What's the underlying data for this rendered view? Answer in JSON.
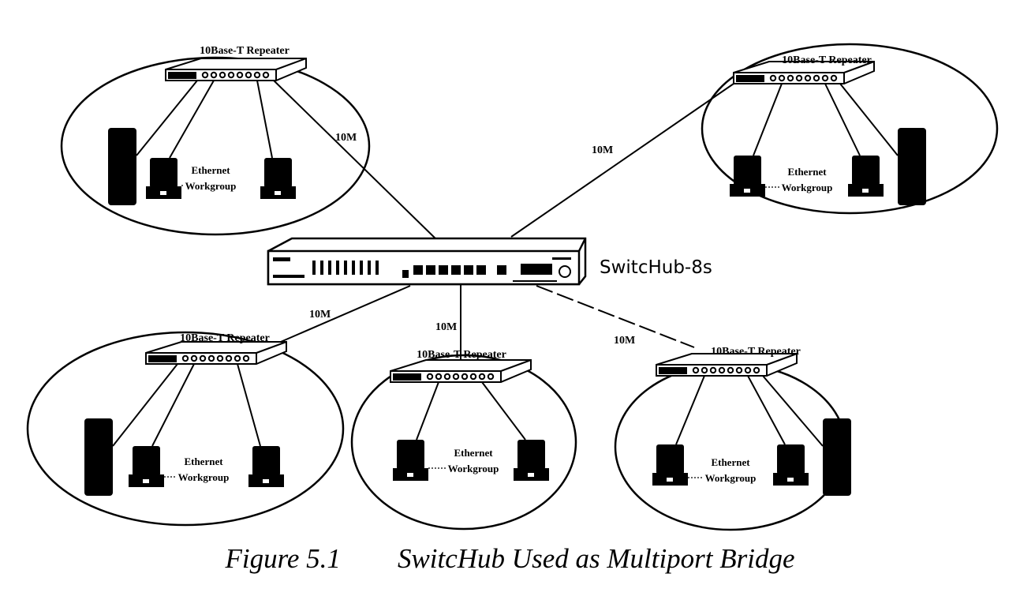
{
  "figure": {
    "number": "Figure 5.1",
    "title": "SwitcHub Used as Multiport Bridge"
  },
  "switch": {
    "label": "SwitcHub-8s",
    "icon": "network-switch-icon"
  },
  "link_speed_label": "10M",
  "workgroups": [
    {
      "id": "top-left",
      "repeater_label": "10Base-T Repeater",
      "group_label_1": "Ethernet",
      "group_label_2": "Workgroup",
      "link_label": "10M",
      "has_server": true
    },
    {
      "id": "top-right",
      "repeater_label": "10Base-T Repeater",
      "group_label_1": "Ethernet",
      "group_label_2": "Workgroup",
      "link_label": "10M",
      "has_server": true
    },
    {
      "id": "bottom-left",
      "repeater_label": "10Base-T Repeater",
      "group_label_1": "Ethernet",
      "group_label_2": "Workgroup",
      "link_label": "10M",
      "has_server": true
    },
    {
      "id": "bottom-center",
      "repeater_label": "10Base-T Repeater",
      "group_label_1": "Ethernet",
      "group_label_2": "Workgroup",
      "link_label": "10M",
      "has_server": false
    },
    {
      "id": "bottom-right",
      "repeater_label": "10Base-T Repeater",
      "group_label_1": "Ethernet",
      "group_label_2": "Workgroup",
      "link_label": "10M",
      "has_server": true
    }
  ],
  "colors": {
    "ink": "#000000",
    "paper": "#ffffff"
  }
}
